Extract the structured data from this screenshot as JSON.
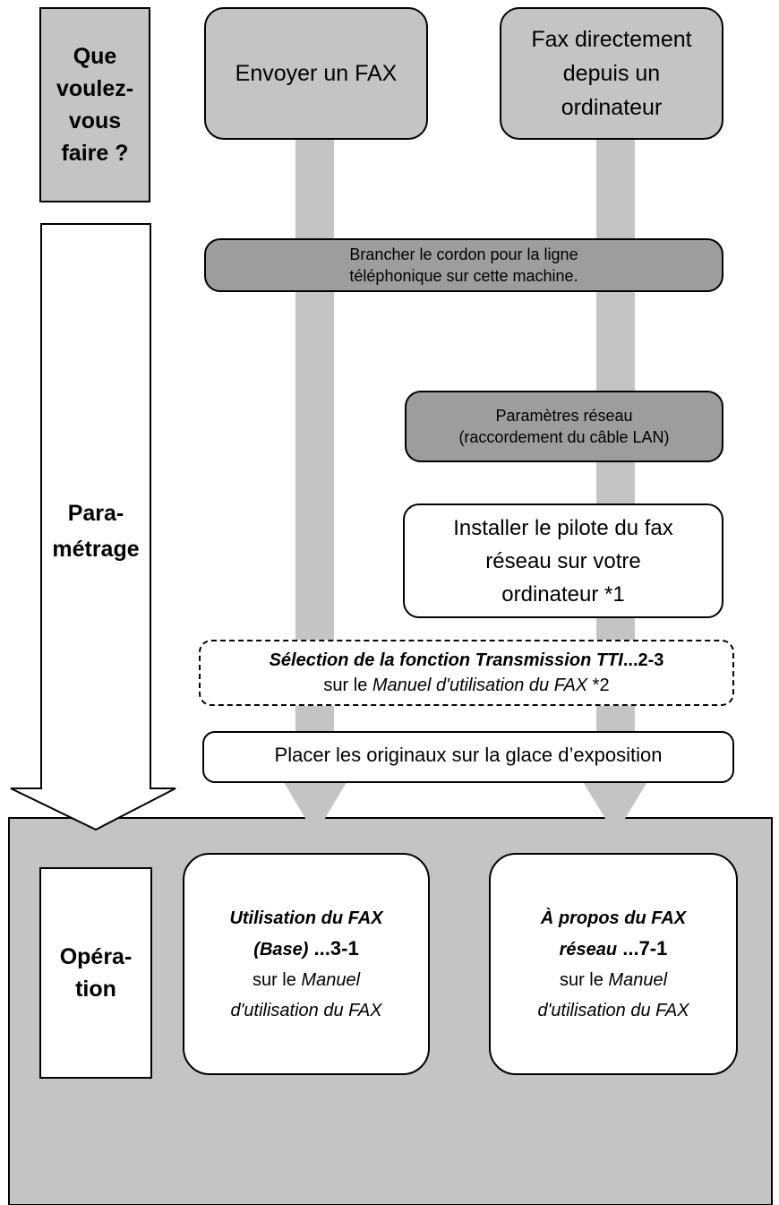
{
  "left_column": {
    "question": [
      "Que",
      "voulez-",
      "vous",
      "faire ?"
    ],
    "setup": [
      "Para-",
      "métrage"
    ],
    "operation": [
      "Opéra-",
      "tion"
    ]
  },
  "top_choices": {
    "send_fax": "Envoyer un FAX",
    "fax_from_computer": [
      "Fax directement",
      "depuis un",
      "ordinateur"
    ]
  },
  "steps": {
    "connect_cord": [
      "Brancher le cordon pour la ligne",
      "téléphonique sur cette machine."
    ],
    "network_settings": [
      "Paramètres réseau",
      "(raccordement du câble LAN)"
    ],
    "install_driver": [
      "Installer le pilote du fax",
      "réseau sur votre",
      "ordinateur  *1"
    ],
    "tti": {
      "title": "Sélection de la fonction Transmission TTI",
      "ref": "...2-3",
      "prefix": "sur le ",
      "manual": "Manuel d'utilisation du FAX",
      "note": " *2"
    },
    "place_originals": "Placer les originaux sur la glace d’exposition"
  },
  "operations": {
    "fax_basic": {
      "title": "Utilisation du FAX",
      "subtitle": "(Base)",
      "ref": " ...3-1",
      "prefix": "sur le ",
      "manual_1": "Manuel",
      "manual_2": "d'utilisation du FAX"
    },
    "network_fax": {
      "title": "À propos du FAX",
      "subtitle": "réseau",
      "ref": " ...7-1",
      "prefix": "sur le ",
      "manual_1": "Manuel",
      "manual_2": "d'utilisation du FAX"
    }
  },
  "colors": {
    "panel_grey": "#c4c4c4",
    "dark_grey": "#9d9d9d",
    "arrow_grey": "#c4c4c4"
  }
}
